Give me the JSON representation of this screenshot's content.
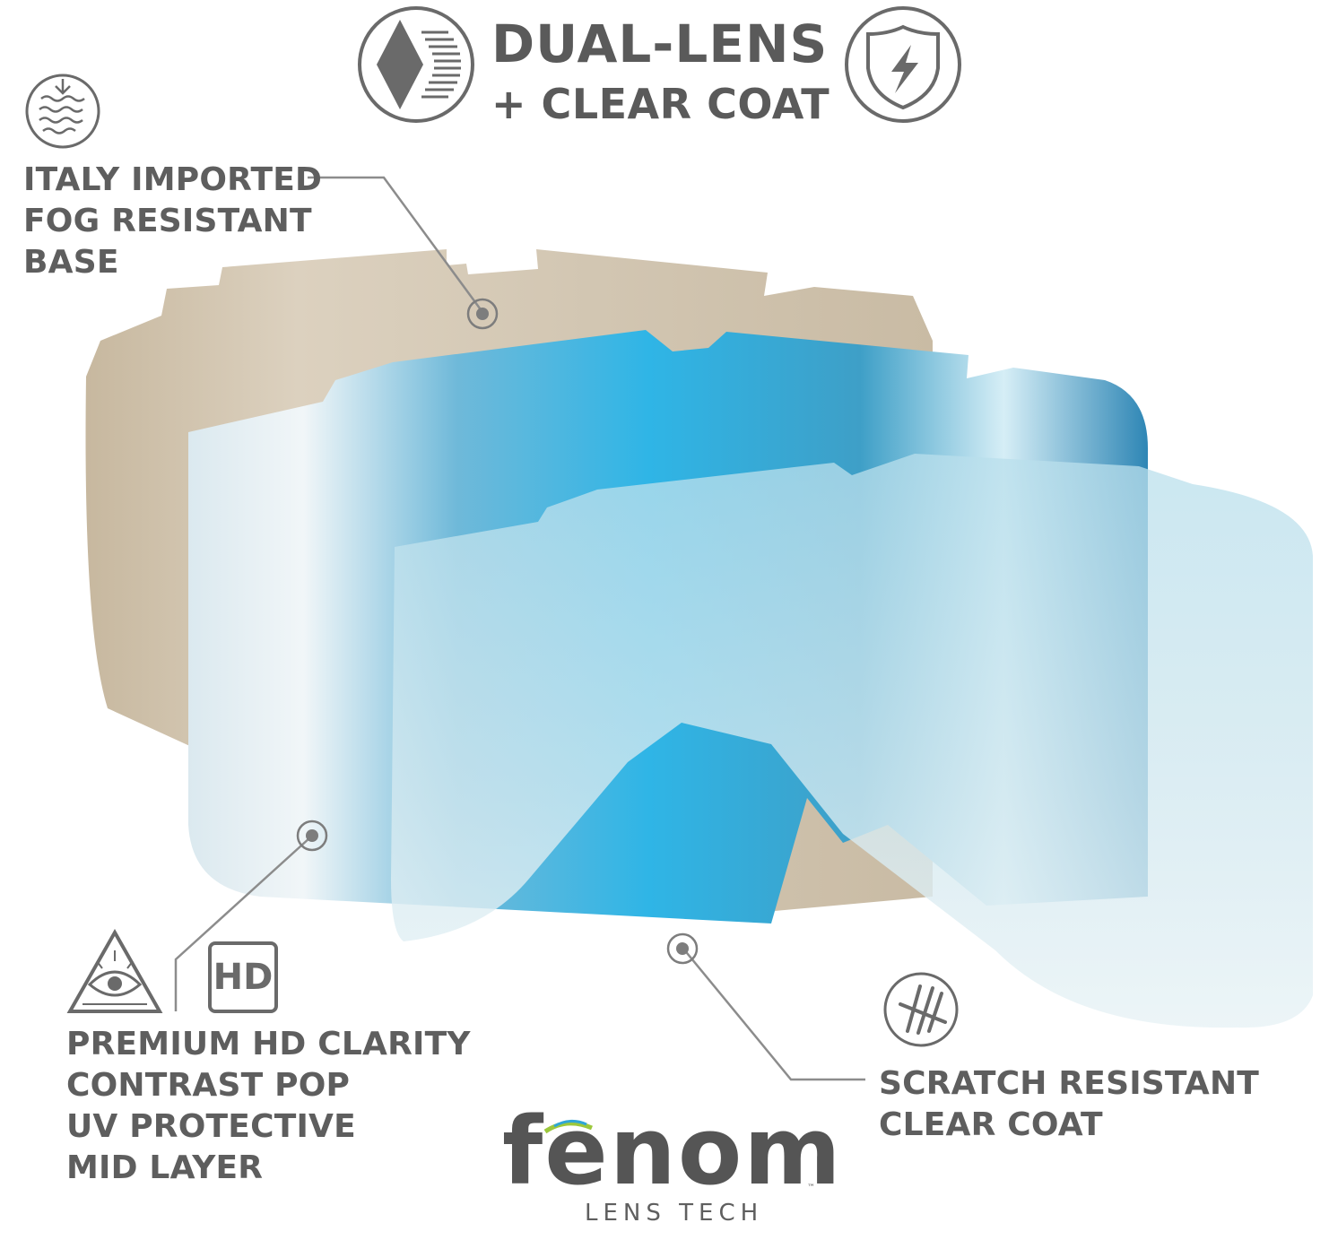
{
  "title": {
    "line1": "DUAL-LENS",
    "line2": "+ CLEAR COAT"
  },
  "callouts": {
    "base": [
      "ITALY IMPORTED",
      "FOG RESISTANT",
      "BASE"
    ],
    "mid": [
      "PREMIUM HD CLARITY",
      "CONTRAST POP",
      "UV PROTECTIVE",
      "MID LAYER"
    ],
    "coat": [
      "SCRATCH RESISTANT",
      "CLEAR COAT"
    ]
  },
  "badges": {
    "hd": "HD"
  },
  "brand": {
    "name": "fenom",
    "tm": "™",
    "tagline": "LENS TECH"
  },
  "icons": [
    "dual-lens-icon",
    "shield-lightning-icon",
    "fog-waves-icon",
    "eye-triangle-icon",
    "hd-icon",
    "scratch-icon"
  ],
  "colors": {
    "text": "#5e5e5e",
    "tan_lens": "#cfc2ad",
    "blue_lens": "#4fb2d8",
    "clear_lens": "#d5e8ef"
  }
}
